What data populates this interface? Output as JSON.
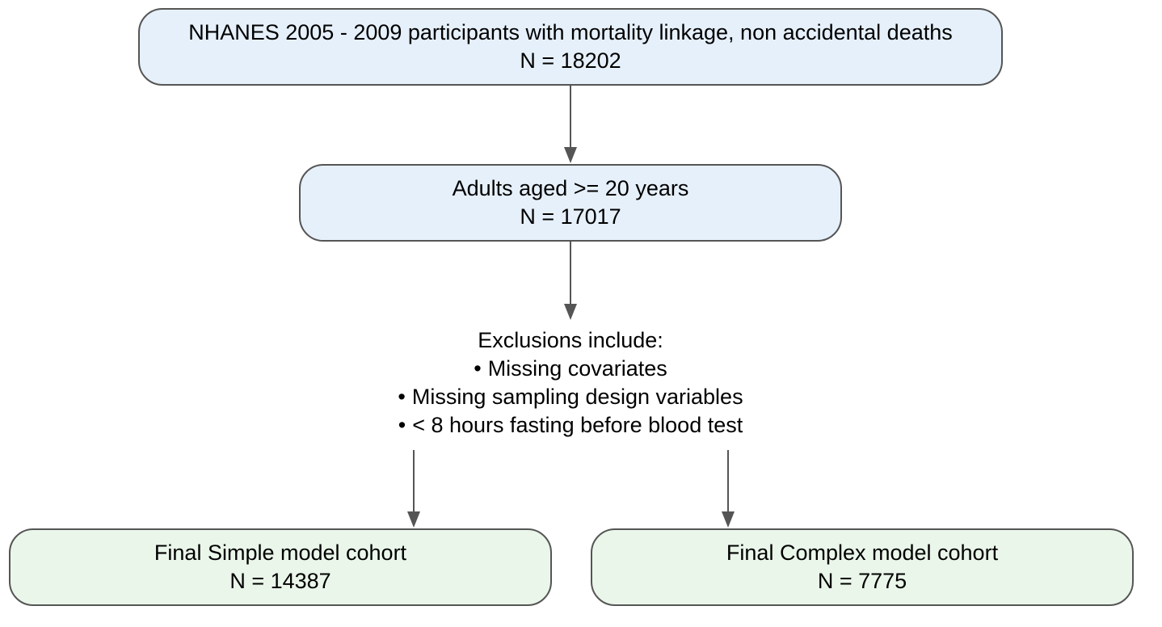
{
  "diagram": {
    "top_box": {
      "line1": "NHANES 2005 - 2009 participants with mortality linkage, non accidental deaths",
      "line2": "N = 18202"
    },
    "adults_box": {
      "line1": "Adults aged >= 20 years",
      "line2": "N = 17017"
    },
    "exclusions": {
      "heading": "Exclusions include:",
      "bullet_glyph": "•",
      "items": [
        "Missing covariates",
        "Missing sampling design variables",
        "< 8 hours fasting before blood test"
      ]
    },
    "simple_box": {
      "line1": "Final Simple model cohort",
      "line2": "N = 14387"
    },
    "complex_box": {
      "line1": "Final Complex model cohort",
      "line2": "N = 7775"
    },
    "colors": {
      "stage_fill": "#e6f0fa",
      "final_fill": "#eaf6ea",
      "border": "#555555",
      "arrow": "#555555"
    }
  }
}
